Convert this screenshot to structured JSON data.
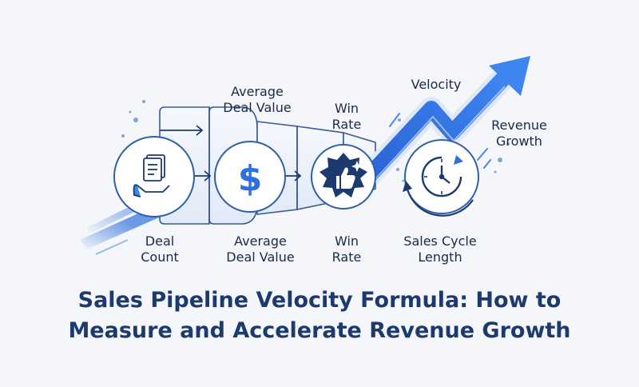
{
  "labels": {
    "top_avg_deal_1": "Average",
    "top_avg_deal_2": "Deal Value",
    "top_win_1": "Win",
    "top_win_2": "Rate",
    "velocity": "Velocity",
    "revenue_1": "Revenue",
    "revenue_2": "Growth",
    "deal_count_1": "Deal",
    "deal_count_2": "Count",
    "bot_avg_deal_1": "Average",
    "bot_avg_deal_2": "Deal Value",
    "bot_win_1": "Win",
    "bot_win_2": "Rate",
    "cycle_1": "Sales Cycle",
    "cycle_2": "Length"
  },
  "title": {
    "line1": "Sales Pipeline Velocity Formula: How to",
    "line2": "Measure and Accelerate Revenue Growth"
  },
  "colors": {
    "navy": "#1d3a6e",
    "blue": "#2f6fde",
    "light_blue": "#dbe6f8",
    "background": "#f4f6fa"
  },
  "icons": [
    "documents-hand-icon",
    "dollar-icon",
    "thumbs-up-badge-icon",
    "clock-cycle-icon",
    "growth-arrow-icon"
  ]
}
